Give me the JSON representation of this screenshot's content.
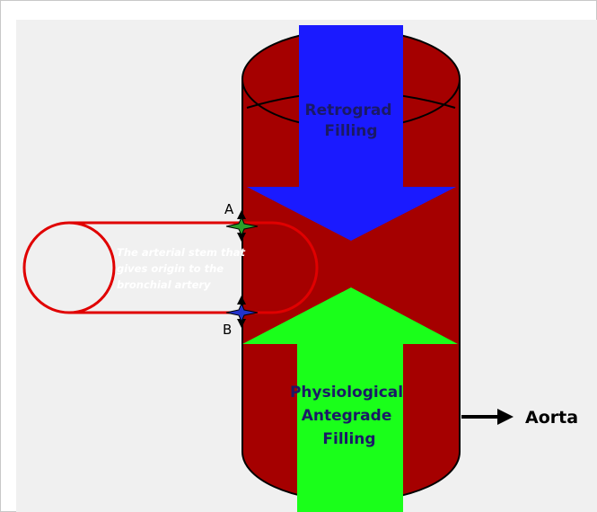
{
  "diagram": {
    "labels": {
      "retrograde_line1": "Retrograd",
      "retrograde_line2": "Filling",
      "antegrade_line1": "Physiological",
      "antegrade_line2": "Antegrade",
      "antegrade_line3": "Filling",
      "stem_line1": "The arterial stem that",
      "stem_line2": "gives origin to the",
      "stem_line3": "bronchial artery",
      "point_a": "A",
      "point_b": "B",
      "aorta": "Aorta"
    },
    "colors": {
      "background": "#f0f0f0",
      "vessel": "#a50000",
      "retrograde_arrow": "#1a1aff",
      "antegrade_arrow": "#1aff1a",
      "stem_outline": "#e00000",
      "text_dark": "#1a1a66",
      "text_black": "#000000",
      "marker_a": "#2aa02a",
      "marker_b": "#2233cc"
    }
  }
}
